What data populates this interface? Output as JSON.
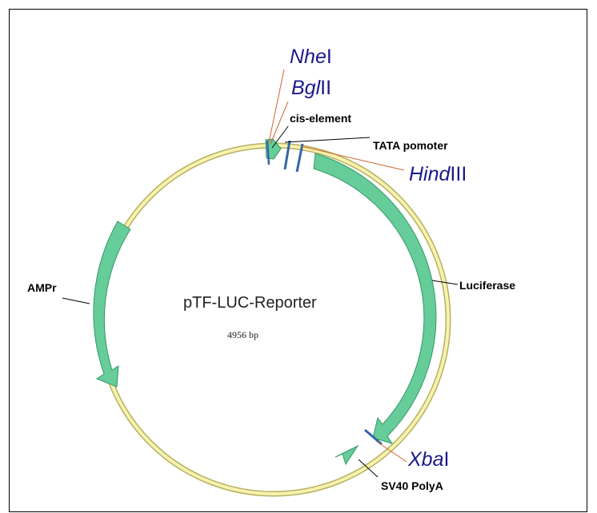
{
  "plasmid": {
    "name": "pTF-LUC-Reporter",
    "size_label": "4956 bp"
  },
  "features": {
    "cis_element": "cis-element",
    "tata": "TATA pomoter",
    "luciferase": "Luciferase",
    "ampr": "AMPr",
    "sv40": "SV40 PolyA"
  },
  "enzymes": {
    "nhe": {
      "italic": "Nhe",
      "roman": "I"
    },
    "bgl": {
      "italic": "Bgl",
      "roman": "II"
    },
    "hind": {
      "italic": "Hind",
      "roman": "III"
    },
    "xba": {
      "italic": "Xba",
      "roman": "I"
    }
  },
  "colors": {
    "backbone": "#f2eea0",
    "feature_fill": "#66cc99",
    "feature_stroke": "#339966",
    "site_tick": "#3366aa",
    "enzyme_line": "#cc6633",
    "enzyme_text": "#1a1a8c"
  }
}
